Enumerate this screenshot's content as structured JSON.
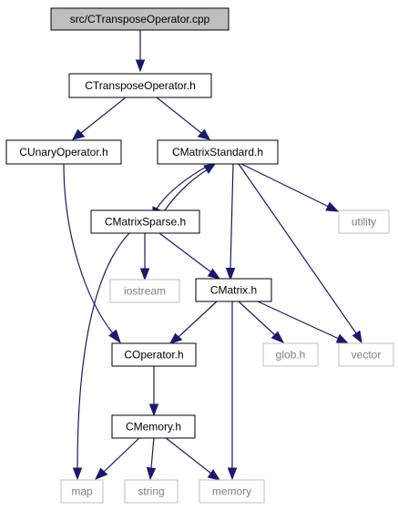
{
  "nodes": {
    "src_ctransposeoperator_cpp": "src/CTransposeOperator.cpp",
    "ctransposeoperator_h": "CTransposeOperator.h",
    "cunaryoperator_h": "CUnaryOperator.h",
    "cmatrixstandard_h": "CMatrixStandard.h",
    "cmatrixsparse_h": "CMatrixSparse.h",
    "utility": "utility",
    "iostream": "iostream",
    "cmatrix_h": "CMatrix.h",
    "coperator_h": "COperator.h",
    "glob_h": "glob.h",
    "vector": "vector",
    "cmemory_h": "CMemory.h",
    "map": "map",
    "string": "string",
    "memory": "memory"
  },
  "colors": {
    "edge": "#191970",
    "highlight_fill": "#bfbfbf",
    "node_border": "#000000",
    "external_border": "#bfbfbf",
    "external_text": "#7f7f7f"
  }
}
